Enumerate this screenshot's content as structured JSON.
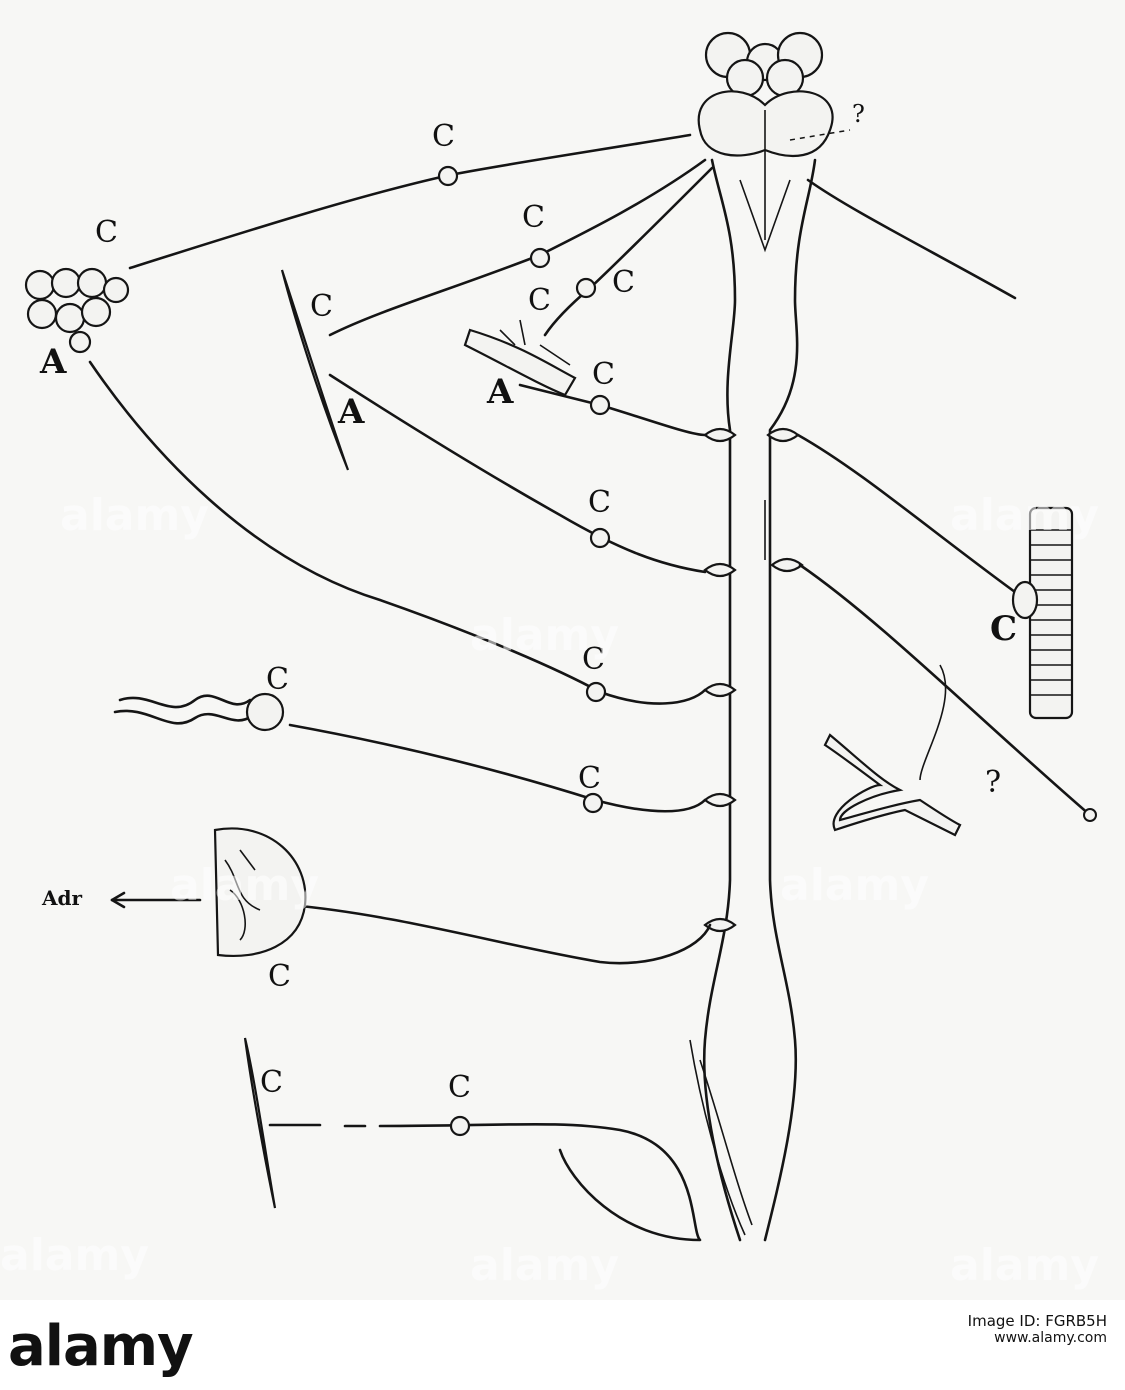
{
  "figure": {
    "labels": [
      {
        "id": "c-top",
        "text": "C"
      },
      {
        "id": "c-gland",
        "text": "C"
      },
      {
        "id": "a-gland",
        "text": "A"
      },
      {
        "id": "c-second",
        "text": "C"
      },
      {
        "id": "c-leaf",
        "text": "C"
      },
      {
        "id": "a-leaf",
        "text": "A"
      },
      {
        "id": "c-right1",
        "text": "C"
      },
      {
        "id": "c-vessel",
        "text": "C"
      },
      {
        "id": "a-vessel",
        "text": "A"
      },
      {
        "id": "c-right2",
        "text": "C"
      },
      {
        "id": "c-mid",
        "text": "C"
      },
      {
        "id": "c-muscle",
        "text": "C"
      },
      {
        "id": "q-top",
        "text": "?"
      },
      {
        "id": "c-lower1",
        "text": "C"
      },
      {
        "id": "c-gut",
        "text": "C"
      },
      {
        "id": "c-lower2",
        "text": "C"
      },
      {
        "id": "q-branch",
        "text": "?"
      },
      {
        "id": "adr",
        "text": "Adr"
      },
      {
        "id": "c-adrenal",
        "text": "C"
      },
      {
        "id": "c-bottom-left",
        "text": "C"
      },
      {
        "id": "c-bottom-mid",
        "text": "C"
      }
    ]
  },
  "watermarks": [
    "alamy",
    "alamy",
    "alamy",
    "alamy",
    "alamy",
    "alamy",
    "alamy",
    "alamy"
  ],
  "stock": {
    "logo": "alamy",
    "image_id_label": "Image ID: FGRB5H",
    "url": "www.alamy.com"
  }
}
